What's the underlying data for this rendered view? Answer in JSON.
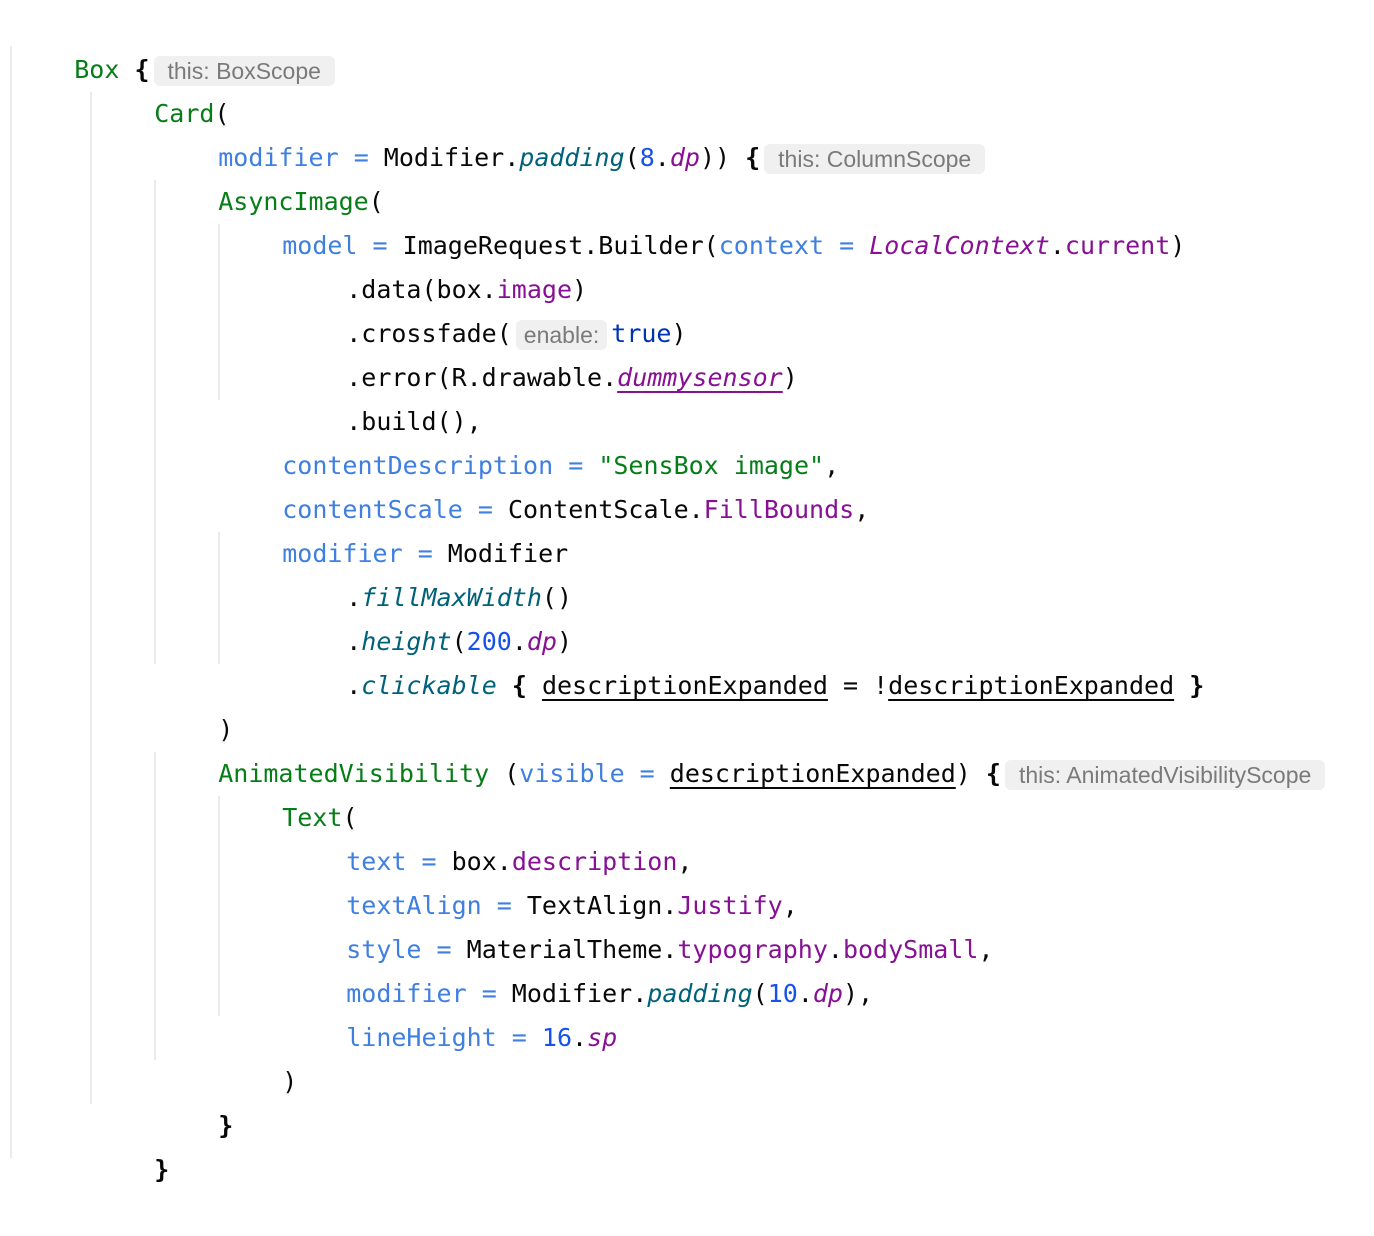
{
  "editor": {
    "language": "Kotlin",
    "colors": {
      "composable": "#067d17",
      "parameter": "#3f7fe0",
      "keyword": "#0033b3",
      "number": "#1750eb",
      "property": "#871094",
      "extension_function": "#00627a",
      "string": "#067d17",
      "hint_bg": "#f0f0f0",
      "hint_text": "#7a7a7a"
    },
    "hints": {
      "box_scope": "this: BoxScope",
      "column_scope": "this: ColumnScope",
      "enable": "enable:",
      "animated_scope": "this: AnimatedVisibilityScope"
    },
    "tokens": {
      "box": "Box",
      "open_brace": "{",
      "close_brace": "}",
      "card": "Card",
      "open_paren": "(",
      "close_paren": ")",
      "modifier": "modifier",
      "eq": " = ",
      "modifier_cls": "Modifier",
      "dot": ".",
      "padding": "padding",
      "eight": "8",
      "dp": "dp",
      "card_close": ")) ",
      "async_image": "AsyncImage",
      "model": "model",
      "image_request": "ImageRequest.Builder(",
      "context": "context",
      "local_context": "LocalContext",
      "current": "current",
      "data_call": ".data(box.",
      "image": "image",
      "crossfade": ".crossfade(",
      "true": "true",
      "error_call": ".error(R.drawable.",
      "dummysensor": "dummysensor",
      "build": ".build(),",
      "content_description": "contentDescription",
      "sensbox_string": "\"SensBox image\"",
      "comma": ",",
      "content_scale": "contentScale",
      "content_scale_cls": "ContentScale.",
      "fill_bounds": "FillBounds",
      "fill_max_width": "fillMaxWidth",
      "parens": "()",
      "height": "height",
      "two_hundred": "200",
      "clickable": "clickable",
      "description_expanded": "descriptionExpanded",
      "bang": " = !",
      "animated_visibility": "AnimatedVisibility",
      "space_paren": " (",
      "visible": "visible",
      "text_fn": "Text",
      "text_param": "text",
      "box_dot": "box.",
      "description": "description",
      "text_align": "textAlign",
      "text_align_cls": "TextAlign.",
      "justify": "Justify",
      "style": "style",
      "material_theme": "MaterialTheme.",
      "typography": "typography",
      "body_small": "bodySmall",
      "ten": "10",
      "line_height": "lineHeight",
      "sixteen": "16",
      "sp": "sp"
    }
  }
}
